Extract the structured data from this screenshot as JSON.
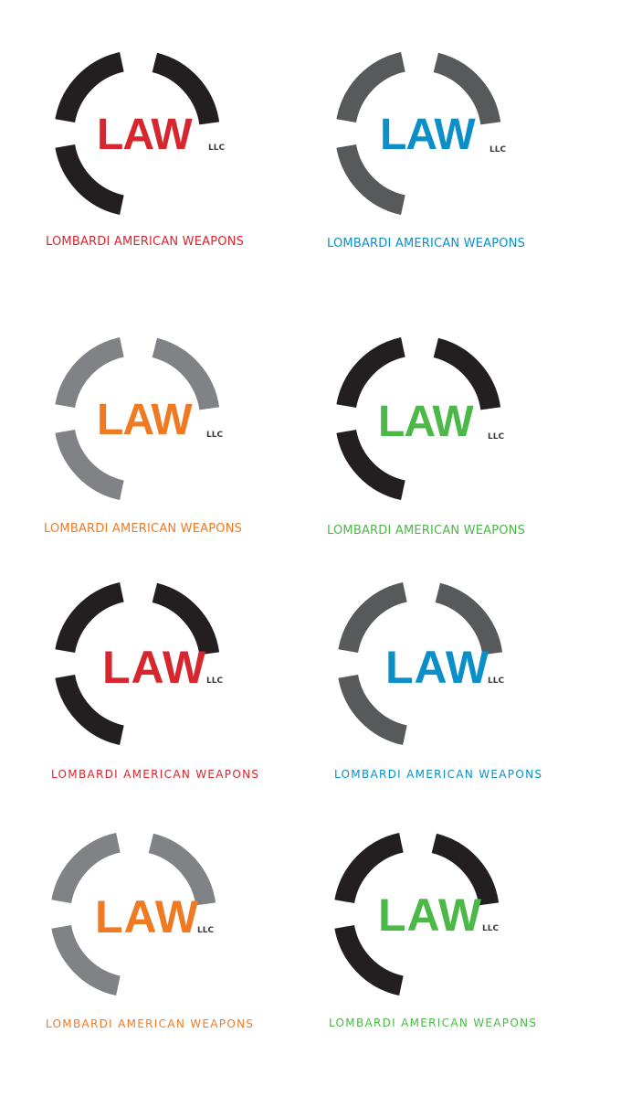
{
  "logos": [
    {
      "mark": "LAW",
      "llc": "LLC",
      "tagline": "LOMBARDI AMERICAN WEAPONS",
      "accent": "#d7262d",
      "ring_color": "#231f20",
      "variant": "a"
    },
    {
      "mark": "LAW",
      "llc": "LLC",
      "tagline": "LOMBARDI AMERICAN WEAPONS",
      "accent": "#0a8fc8",
      "ring_color": "#58595b",
      "variant": "a"
    },
    {
      "mark": "LAW",
      "llc": "LLC",
      "tagline": "LOMBARDI AMERICAN WEAPONS",
      "accent": "#f07a22",
      "ring_color": "#808285",
      "variant": "a"
    },
    {
      "mark": "LAW",
      "llc": "LLC",
      "tagline": "LOMBARDI AMERICAN WEAPONS",
      "accent": "#4cb848",
      "ring_color": "#231f20",
      "variant": "a"
    },
    {
      "mark": "LAW",
      "llc": "LLC",
      "tagline": "LOMBARDI AMERICAN WEAPONS",
      "accent": "#d7262d",
      "ring_color": "#231f20",
      "variant": "b"
    },
    {
      "mark": "LAW",
      "llc": "LLC",
      "tagline": "LOMBARDI AMERICAN WEAPONS",
      "accent": "#0a8fc8",
      "ring_color": "#58595b",
      "variant": "b"
    },
    {
      "mark": "LAW",
      "llc": "LLC",
      "tagline": "LOMBARDI AMERICAN WEAPONS",
      "accent": "#f07a22",
      "ring_color": "#808285",
      "variant": "b"
    },
    {
      "mark": "LAW",
      "llc": "LLC",
      "tagline": "LOMBARDI AMERICAN WEAPONS",
      "accent": "#4cb848",
      "ring_color": "#231f20",
      "variant": "b"
    }
  ]
}
